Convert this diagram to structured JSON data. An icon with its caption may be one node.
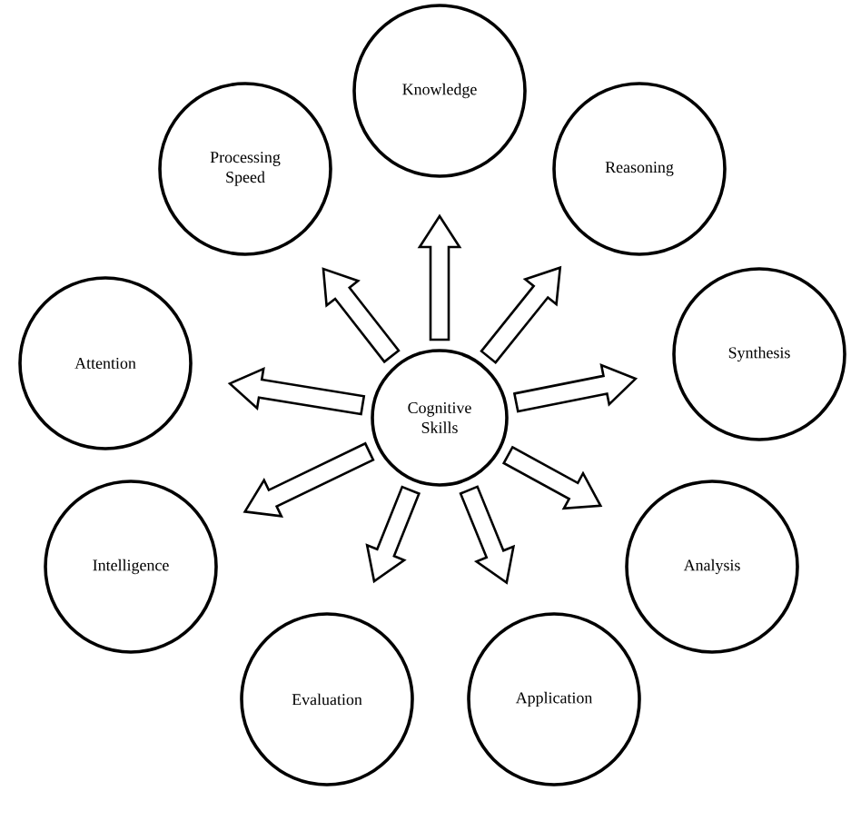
{
  "diagram": {
    "nodes": [
      {
        "text": [
          "Cognitive Skills"
        ]
      },
      {
        "text": [
          "Knowledge"
        ]
      },
      {
        "text": [
          "Reasoning"
        ]
      },
      {
        "text": [
          "Synthesis"
        ]
      },
      {
        "text": [
          "Analysis"
        ]
      },
      {
        "text": [
          "Application"
        ]
      },
      {
        "text": [
          "Evaluation"
        ]
      },
      {
        "text": [
          "Intelligence"
        ]
      },
      {
        "text": [
          "Attention"
        ]
      },
      {
        "text": [
          "Processing Speed"
        ]
      }
    ],
    "edges": [
      {
        "from": 0,
        "to": 1,
        "arrow": "to"
      },
      {
        "from": 0,
        "to": 2,
        "arrow": "to"
      },
      {
        "from": 0,
        "to": 3,
        "arrow": "to"
      },
      {
        "from": 0,
        "to": 4,
        "arrow": "to"
      },
      {
        "from": 0,
        "to": 5,
        "arrow": "to"
      },
      {
        "from": 0,
        "to": 6,
        "arrow": "to"
      },
      {
        "from": 0,
        "to": 7,
        "arrow": "to"
      },
      {
        "from": 0,
        "to": 8,
        "arrow": "to"
      },
      {
        "from": 0,
        "to": 9,
        "arrow": "to"
      }
    ]
  }
}
